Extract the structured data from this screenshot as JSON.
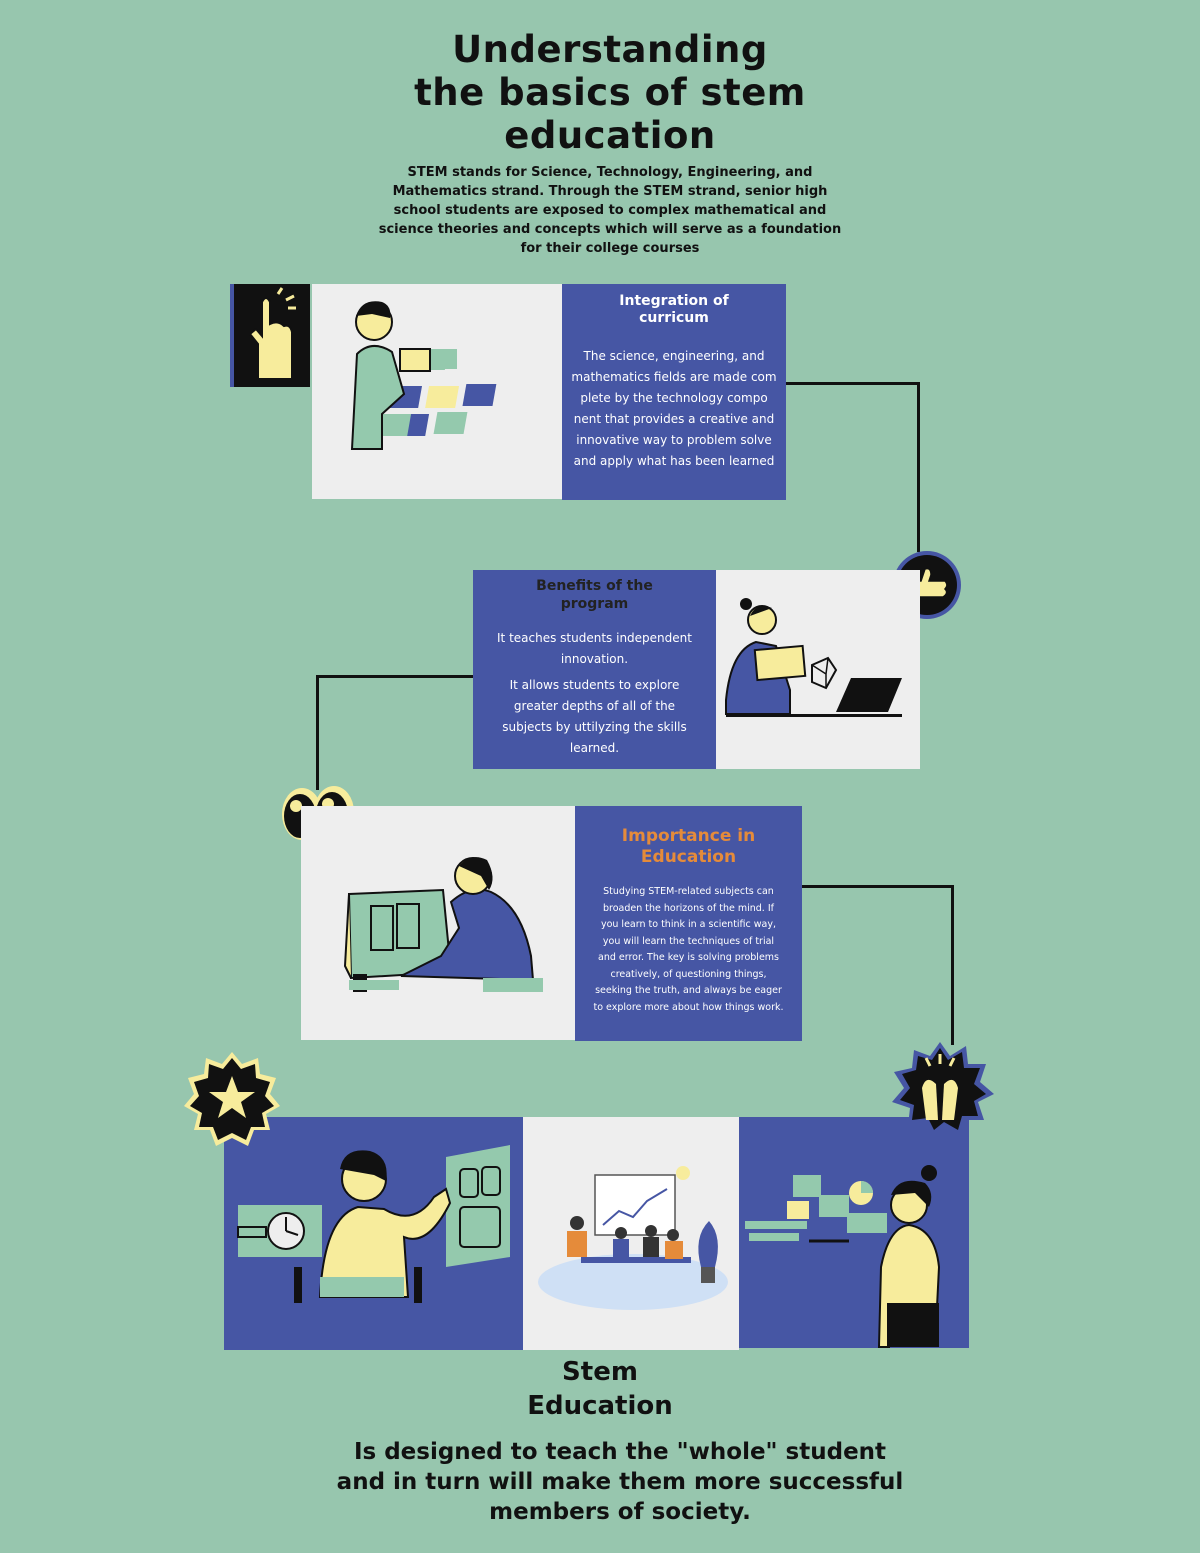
{
  "header": {
    "title_lines": [
      "Understanding",
      "the basics of stem",
      "education"
    ],
    "intro_lines": [
      "STEM stands for Science, Technology, Engineering, and",
      "Mathematics strand. Through the STEM strand, senior high",
      "school students are exposed to complex mathematical and",
      "science theories and concepts which will serve as a foundation",
      "for their college courses"
    ]
  },
  "cards": [
    {
      "title_lines": [
        "Integration of",
        "curricum"
      ],
      "text_lines": [
        "The science, engineering, and",
        "mathematics fields are made com",
        "plete by the technology compo",
        "nent that provides a creative and",
        "innovative way to problem solve",
        "and apply what has been learned"
      ]
    },
    {
      "title_lines": [
        "Benefits of the",
        "program"
      ],
      "text_lines": [
        "It teaches students independent",
        "innovation.",
        "It allows students to explore",
        "greater depths of all of the",
        "subjects by uttilyzing the skills",
        "learned."
      ]
    },
    {
      "title_lines": [
        "Importance in",
        "Education"
      ],
      "text_lines": [
        "Studying STEM-related subjects can",
        "broaden the horizons of the mind. If",
        "you learn to think in a scientific way,",
        "you will learn the techniques of trial",
        "and error. The key is solving problems",
        "creatively, of questioning things,",
        "seeking the truth, and always be eager",
        "to explore more about how things work."
      ]
    }
  ],
  "footer": {
    "title_lines": [
      "Stem",
      "Education"
    ],
    "text_lines": [
      "Is designed to teach the \"whole\" student",
      "and in turn will make them more successful",
      "members of society."
    ]
  },
  "colors": {
    "background": "#97c6ae",
    "panel_blue": "#4656a4",
    "panel_light": "#eeeeee",
    "accent_yellow": "#f7ec9c",
    "accent_green": "#94c9ad",
    "title_orange": "#e58b3a"
  },
  "icons": [
    "pointing-hand-icon",
    "thumbs-up-icon",
    "eyes-icon",
    "star-badge-icon",
    "clapping-hands-badge-icon"
  ]
}
